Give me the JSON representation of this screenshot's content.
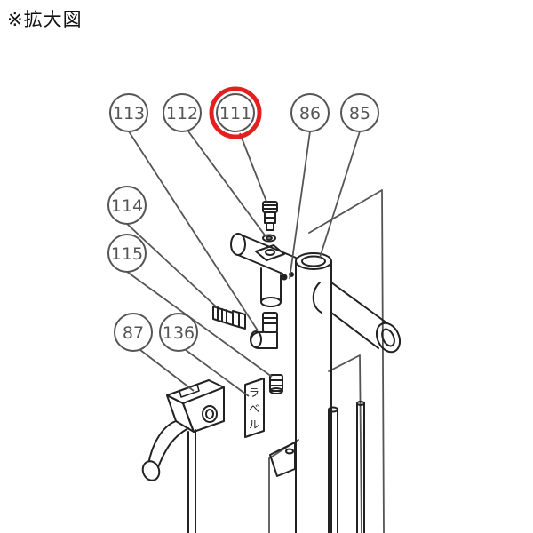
{
  "header": {
    "title": "※拡大図"
  },
  "colors": {
    "highlight": "#e31f1f",
    "line": "#555555",
    "part": "#222222"
  },
  "diagram": {
    "callouts": [
      {
        "id": "c113",
        "label": "113"
      },
      {
        "id": "c112",
        "label": "112"
      },
      {
        "id": "c111",
        "label": "111",
        "highlighted": true
      },
      {
        "id": "c86",
        "label": "86"
      },
      {
        "id": "c85",
        "label": "85"
      },
      {
        "id": "c114",
        "label": "114"
      },
      {
        "id": "c115",
        "label": "115"
      },
      {
        "id": "c87",
        "label": "87"
      },
      {
        "id": "c136",
        "label": "136"
      }
    ],
    "plate_label": "ラベル"
  }
}
